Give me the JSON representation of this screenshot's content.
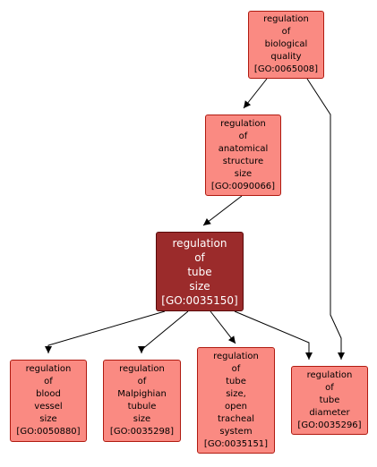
{
  "nodes": [
    {
      "id": "GO:0065008",
      "lines": [
        "regulation",
        "of",
        "biological",
        "quality",
        "[GO:0065008]"
      ]
    },
    {
      "id": "GO:0090066",
      "lines": [
        "regulation",
        "of",
        "anatomical",
        "structure",
        "size",
        "[GO:0090066]"
      ]
    },
    {
      "id": "GO:0035150",
      "lines": [
        "regulation",
        "of",
        "tube",
        "size",
        "[GO:0035150]"
      ],
      "focus": true
    },
    {
      "id": "GO:0050880",
      "lines": [
        "regulation",
        "of",
        "blood",
        "vessel",
        "size",
        "[GO:0050880]"
      ]
    },
    {
      "id": "GO:0035298",
      "lines": [
        "regulation",
        "of",
        "Malpighian",
        "tubule",
        "size",
        "[GO:0035298]"
      ]
    },
    {
      "id": "GO:0035151",
      "lines": [
        "regulation",
        "of",
        "tube",
        "size,",
        "open",
        "tracheal",
        "system",
        "[GO:0035151]"
      ]
    },
    {
      "id": "GO:0035296",
      "lines": [
        "regulation",
        "of",
        "tube",
        "diameter",
        "[GO:0035296]"
      ]
    }
  ],
  "edges": [
    {
      "from": "GO:0065008",
      "to": "GO:0090066"
    },
    {
      "from": "GO:0065008",
      "to": "GO:0035296"
    },
    {
      "from": "GO:0090066",
      "to": "GO:0035150"
    },
    {
      "from": "GO:0035150",
      "to": "GO:0050880"
    },
    {
      "from": "GO:0035150",
      "to": "GO:0035298"
    },
    {
      "from": "GO:0035150",
      "to": "GO:0035151"
    },
    {
      "from": "GO:0035150",
      "to": "GO:0035296"
    }
  ],
  "colors": {
    "node_fill": "#fa8a82",
    "node_border": "#b01a10",
    "focus_fill": "#9b2b2b",
    "focus_text": "#ffffff",
    "edge": "#000000"
  }
}
